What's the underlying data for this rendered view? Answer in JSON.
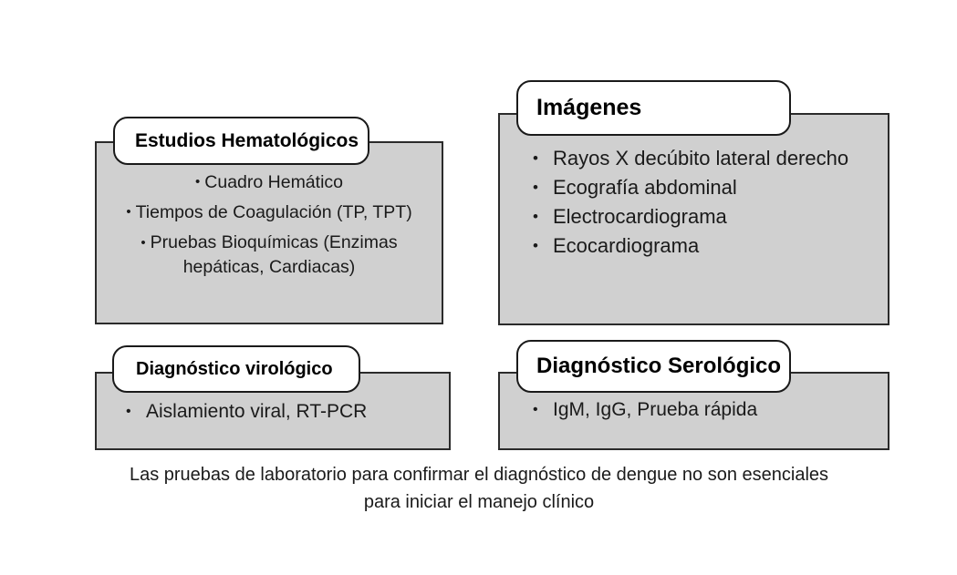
{
  "diagram": {
    "colors": {
      "panel_fill": "#d0d0d0",
      "panel_border": "#2b2b2b",
      "cap_fill": "#ffffff",
      "cap_border": "#1a1a1a",
      "text": "#1a1a1a",
      "page_background": "#ffffff"
    },
    "bullet_glyph": "•",
    "panels": [
      {
        "id": "hematologicos",
        "title": "Estudios Hematológicos",
        "align": "center",
        "items": [
          "Cuadro Hemático",
          "Tiempos de Coagulación (TP, TPT)",
          "Pruebas Bioquímicas (Enzimas hepáticas, Cardiacas)"
        ]
      },
      {
        "id": "imagenes",
        "title": "Imágenes",
        "align": "left",
        "items": [
          "Rayos X decúbito lateral derecho",
          "Ecografía abdominal",
          "Electrocardiograma",
          "Ecocardiograma"
        ]
      },
      {
        "id": "virologico",
        "title": "Diagnóstico virológico",
        "align": "left",
        "items": [
          "Aislamiento viral, RT-PCR"
        ]
      },
      {
        "id": "serologico",
        "title": "Diagnóstico Serológico",
        "align": "left",
        "items": [
          "IgM, IgG, Prueba rápida"
        ]
      }
    ],
    "caption": "Las pruebas de laboratorio para confirmar el diagnóstico de dengue no son esenciales para iniciar el manejo clínico"
  }
}
